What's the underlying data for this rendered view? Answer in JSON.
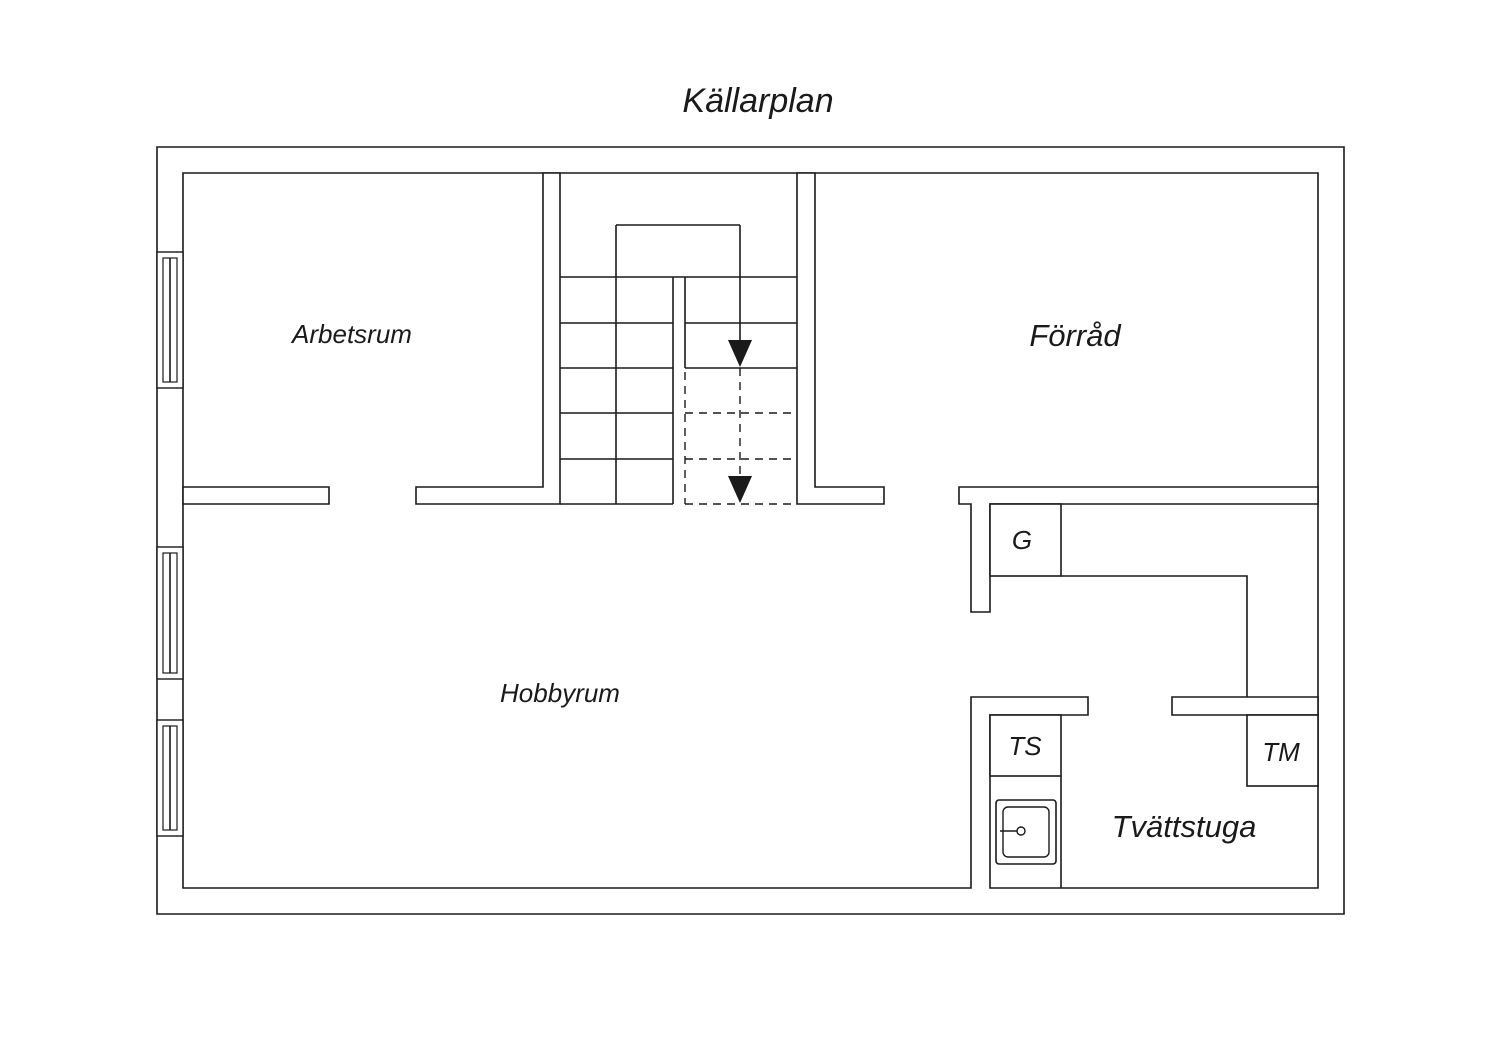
{
  "title": "Källarplan",
  "rooms": {
    "arbetsrum": "Arbetsrum",
    "forrad": "Förråd",
    "hobbyrum": "Hobbyrum",
    "tvattstuga": "Tvättstuga"
  },
  "fixtures": {
    "garderob": "G",
    "torkskap": "TS",
    "tvattmaskin": "TM"
  },
  "colors": {
    "ink": "#1a1a1a",
    "background": "#ffffff"
  }
}
